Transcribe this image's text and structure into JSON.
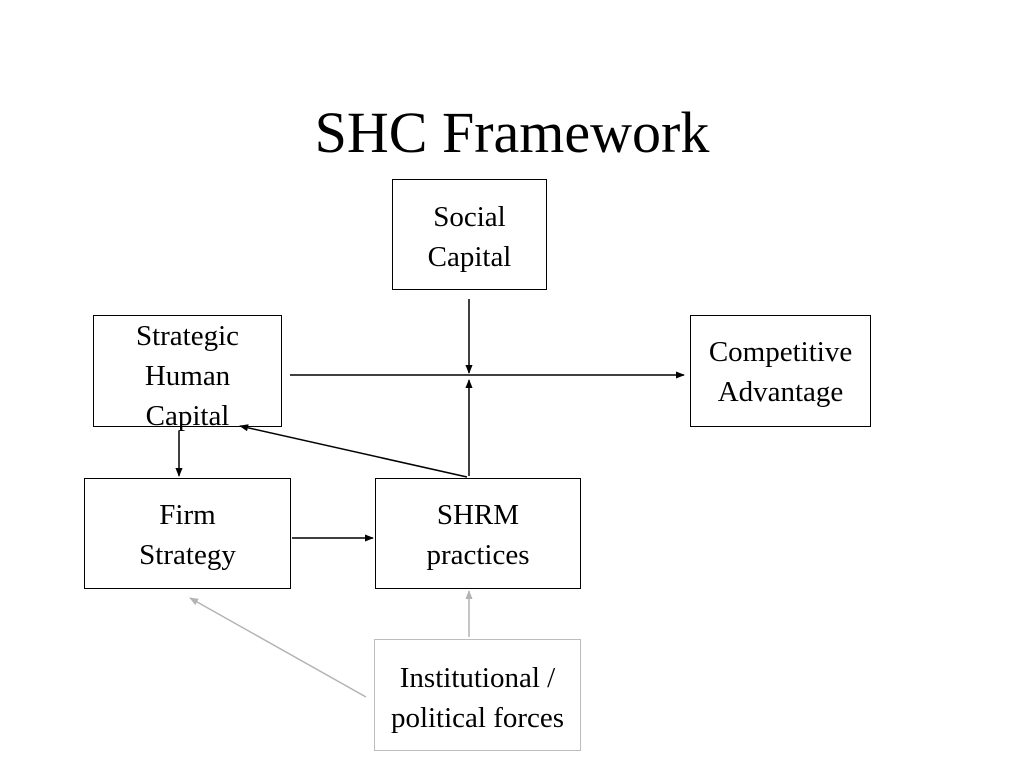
{
  "slide": {
    "title": "SHC Framework"
  },
  "nodes": {
    "social_capital": {
      "line1": "Social",
      "line2": "Capital"
    },
    "strategic_human_capital": {
      "line1": "Strategic",
      "line2": "Human",
      "line3": "Capital"
    },
    "competitive_advantage": {
      "line1": "Competitive",
      "line2": "Advantage"
    },
    "firm_strategy": {
      "line1": "Firm",
      "line2": "Strategy"
    },
    "shrm_practices": {
      "line1": "SHRM",
      "line2": "practices"
    },
    "institutional_forces": {
      "line1": "Institutional /",
      "line2": "political forces"
    }
  },
  "colors": {
    "primary_arrow": "#000000",
    "institutional_arrow": "#b3b3b3"
  }
}
